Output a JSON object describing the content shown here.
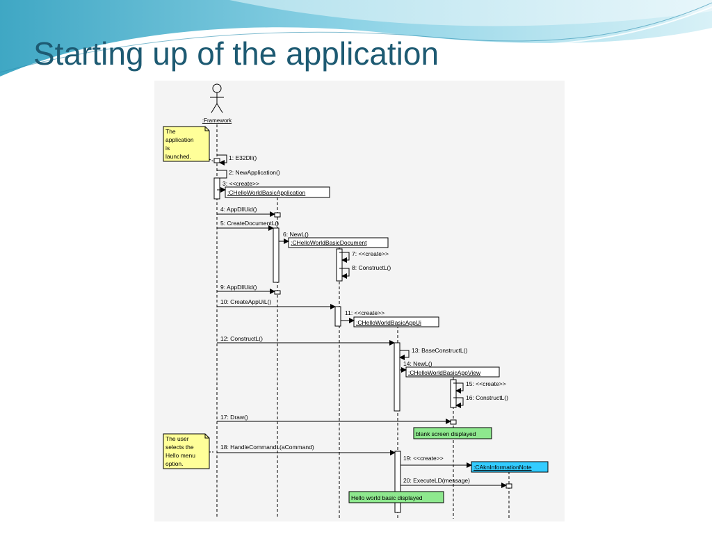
{
  "slide": {
    "title": "Starting up of the application"
  },
  "diagram": {
    "actor": {
      "label": ":Framework"
    },
    "notes": [
      {
        "id": "note-launch",
        "lines": [
          "The",
          "application",
          "is",
          "launched."
        ]
      },
      {
        "id": "note-user",
        "lines": [
          "The user",
          "selects the",
          "Hello menu",
          "option."
        ]
      }
    ],
    "objects": [
      {
        "id": "app",
        "label": ":CHelloWorldBasicApplication"
      },
      {
        "id": "doc",
        "label": ":CHelloWorldBasicDocument"
      },
      {
        "id": "appui",
        "label": ":CHelloWorldBasicAppUi"
      },
      {
        "id": "appview",
        "label": ":CHelloWorldBasicAppView"
      },
      {
        "id": "infonote",
        "label": ":CAknInformationNote"
      }
    ],
    "messages": [
      "1: E32Dll()",
      "2: NewApplication()",
      "3: <<create>>",
      "4: AppDllUid()",
      "5: CreateDocumentL()",
      "6: NewL()",
      "7: <<create>>",
      "8: ConstructL()",
      "9: AppDllUid()",
      "10: CreateAppUiL()",
      "11: <<create>>",
      "12: ConstructL()",
      "13: BaseConstructL()",
      "14: NewL()",
      "15: <<create>>",
      "16: ConstructL()",
      "17: Draw()",
      "18: HandleCommandL(aCommand)",
      "19: <<create>>",
      "20: ExecuteLD(message)"
    ],
    "states": [
      {
        "label": "blank screen displayed",
        "color": "#8ee88e"
      },
      {
        "label": "Hello world basic displayed",
        "color": "#8ee88e"
      }
    ],
    "colors": {
      "note_fill": "#ffff99",
      "infonote_fill": "#33ccff",
      "title_text": "#1d5a72"
    }
  }
}
